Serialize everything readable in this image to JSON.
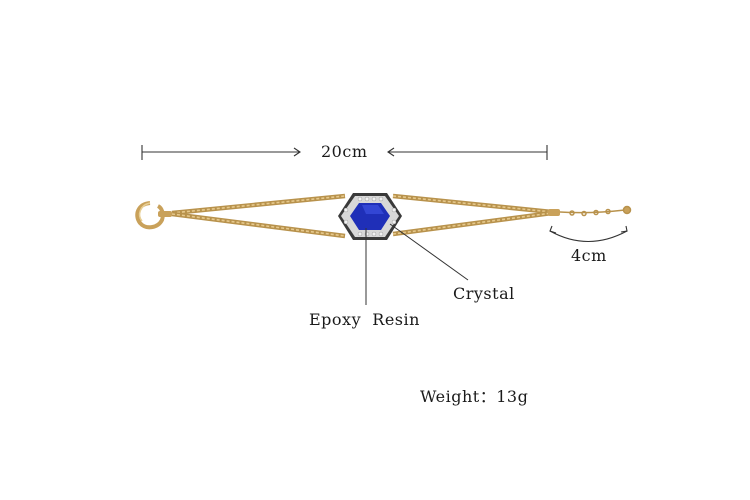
{
  "labels": {
    "length": "20cm",
    "extension": "4cm",
    "crystal": "Crystal",
    "resin": "Epoxy  Resin",
    "weight": "Weight：13g"
  },
  "colors": {
    "background": "#ffffff",
    "chain_gold": "#c9a15a",
    "chain_highlight": "#e8cf95",
    "stone_blue": "#1f2fb8",
    "bezel_dark": "#3a3a3a",
    "leader_line": "#333333"
  }
}
